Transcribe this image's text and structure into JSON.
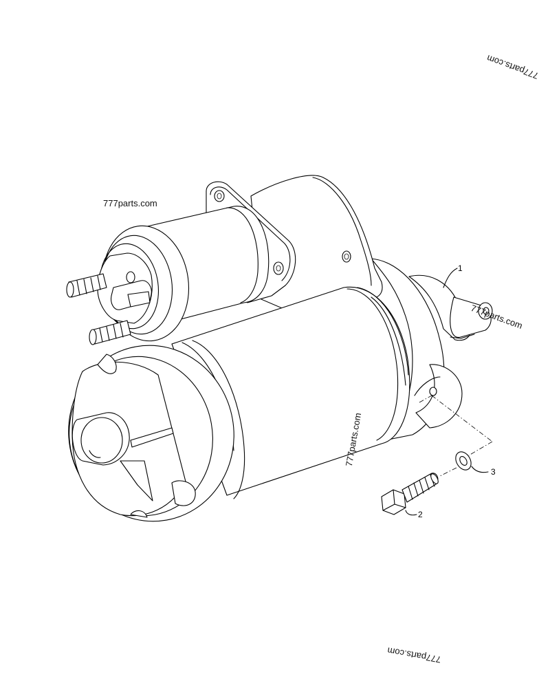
{
  "diagram": {
    "callouts": [
      {
        "id": "callout-1",
        "label": "1"
      },
      {
        "id": "callout-2",
        "label": "2"
      },
      {
        "id": "callout-3",
        "label": "3"
      }
    ]
  },
  "watermarks": {
    "top_left": "777parts.com",
    "right_rotated": "777parts.com",
    "center_vertical": "777parts.com",
    "bottom_upside_down": "777parts.com",
    "top_right_clipped": "777parts.com"
  },
  "colors": {
    "line": "#000000",
    "background": "#ffffff"
  }
}
